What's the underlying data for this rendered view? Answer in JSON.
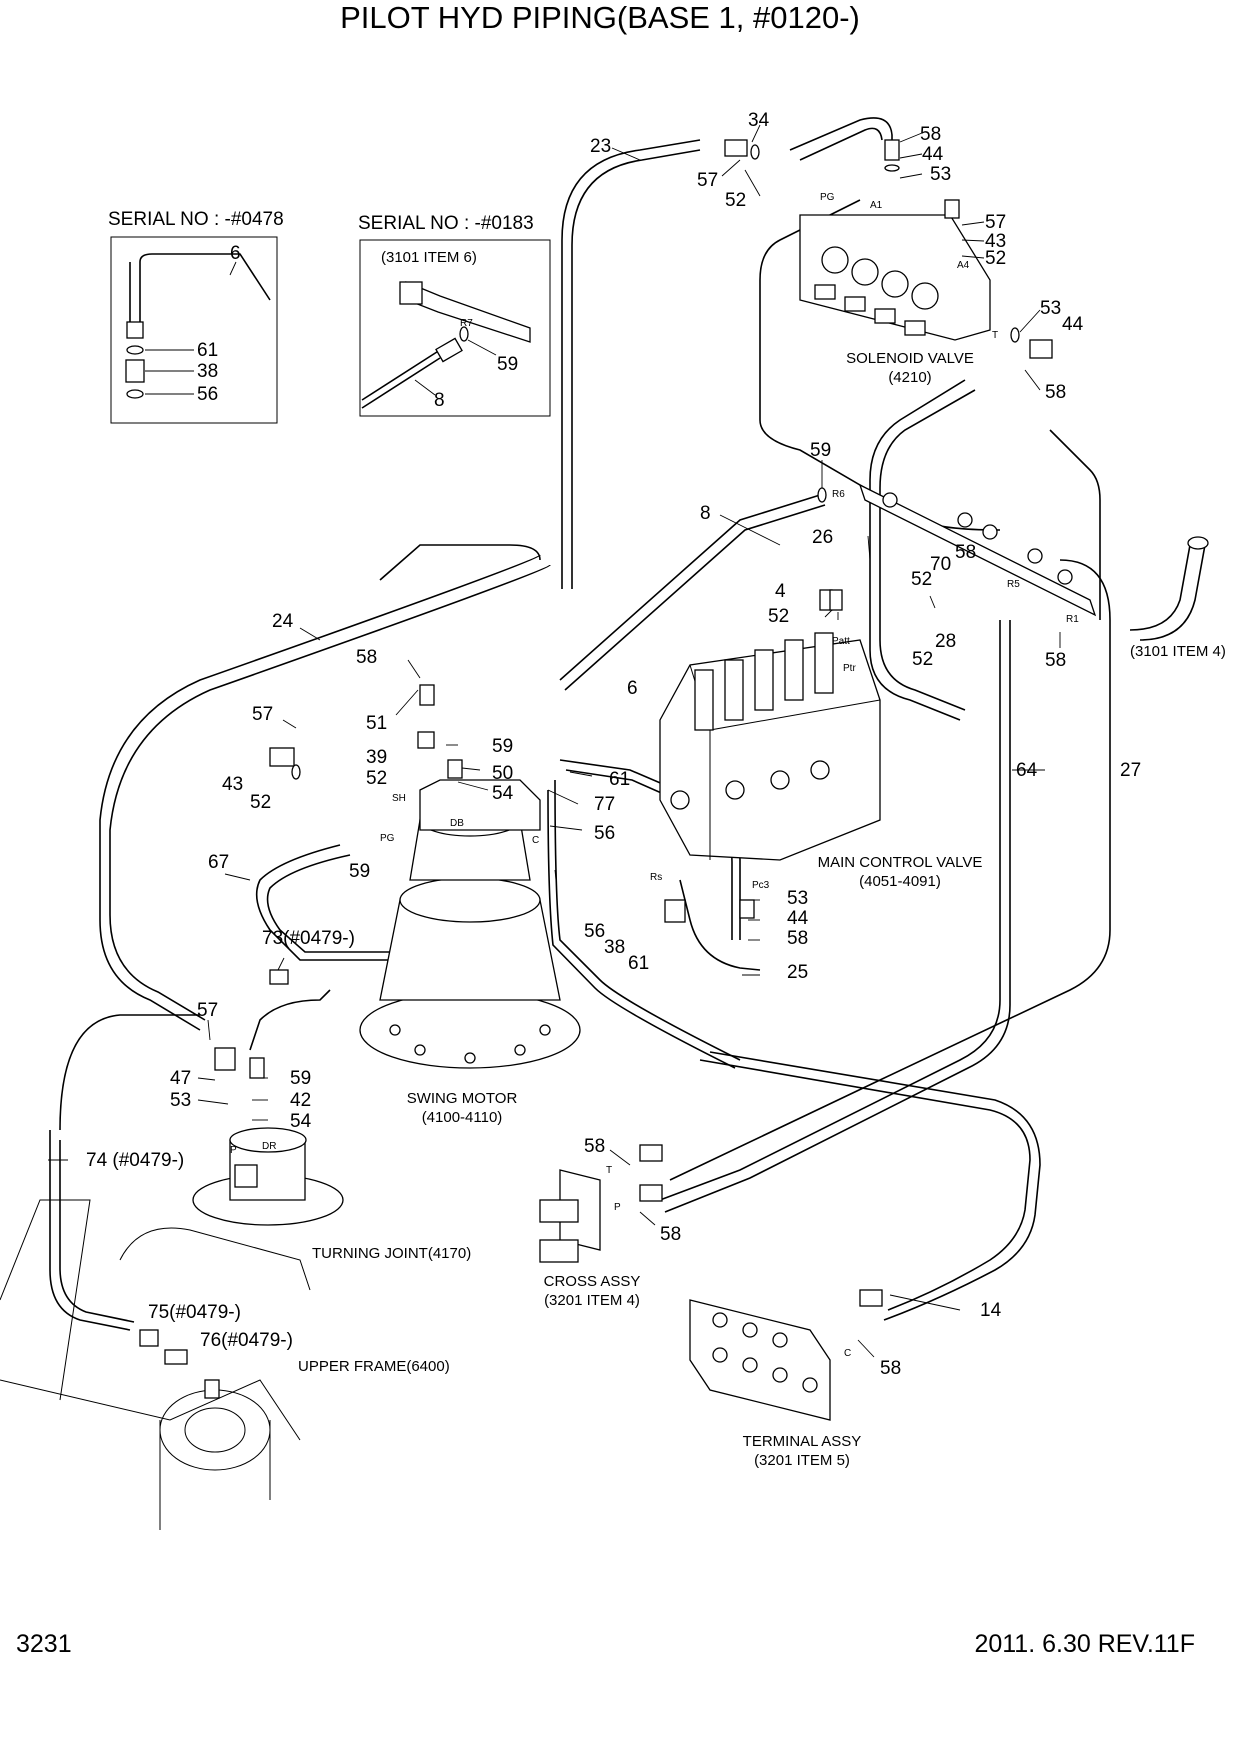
{
  "title": "PILOT HYD PIPING(BASE 1,  #0120-)",
  "footer": {
    "page": "3231",
    "revision": "2011. 6.30  REV.11F"
  },
  "insets": {
    "left": {
      "heading": "SERIAL NO : -#0478",
      "parts": [
        "6",
        "61",
        "38",
        "56"
      ]
    },
    "right": {
      "heading": "SERIAL NO : -#0183",
      "ref": "(3101 ITEM 6)",
      "port": "R7",
      "parts": [
        "59",
        "8"
      ]
    }
  },
  "components": {
    "solenoid_valve": {
      "name": "SOLENOID VALVE",
      "code": "(4210)"
    },
    "main_control_valve": {
      "name": "MAIN CONTROL VALVE",
      "code": "(4051-4091)"
    },
    "swing_motor": {
      "name": "SWING MOTOR",
      "code": "(4100-4110)"
    },
    "turning_joint": {
      "name": "TURNING JOINT(4170)"
    },
    "upper_frame": {
      "name": "UPPER FRAME(6400)"
    },
    "cross_assy": {
      "name": "CROSS ASSY",
      "code": "(3201 ITEM 4)"
    },
    "terminal_assy": {
      "name": "TERMINAL ASSY",
      "code": "(3201 ITEM 5)"
    },
    "ref_3101_item4": {
      "name": "(3101 ITEM 4)"
    }
  },
  "ports": [
    "PG",
    "A1",
    "A4",
    "T",
    "R6",
    "R5",
    "R1",
    "Patt",
    "Ptr",
    "Rs",
    "Pc3",
    "SH",
    "PG",
    "DB",
    "C",
    "P",
    "DR",
    "T",
    "P",
    "C"
  ],
  "callouts": [
    "23",
    "34",
    "57",
    "52",
    "58",
    "44",
    "53",
    "57",
    "43",
    "52",
    "53",
    "44",
    "58",
    "59",
    "8",
    "26",
    "4",
    "52",
    "58",
    "52",
    "70",
    "28",
    "52",
    "58",
    "24",
    "58",
    "57",
    "51",
    "39",
    "59",
    "43",
    "52",
    "52",
    "50",
    "54",
    "77",
    "61",
    "6",
    "56",
    "67",
    "59",
    "73(#0479-)",
    "57",
    "47",
    "59",
    "53",
    "42",
    "54",
    "56",
    "38",
    "61",
    "53",
    "44",
    "58",
    "25",
    "64",
    "27",
    "74 (#0479-)",
    "75(#0479-)",
    "76(#0479-)",
    "58",
    "58",
    "14",
    "58"
  ]
}
